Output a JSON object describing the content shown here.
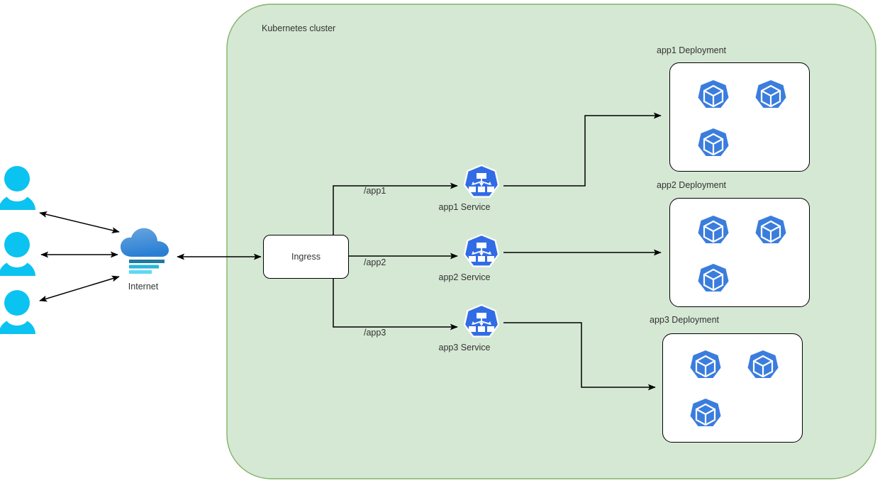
{
  "diagram": {
    "type": "kubernetes-ingress-architecture",
    "background_color": "#ffffff",
    "cluster": {
      "label": "Kubernetes cluster",
      "fill_color": "#d5e8d4",
      "border_color": "#82b366"
    },
    "colors": {
      "user_icon": "#0bc3f0",
      "cloud_top": "#5b9bd5",
      "cloud_bottom": "#2a7fd4",
      "cloud_bar_dark": "#1f7a9e",
      "cloud_bar_mid": "#29b6dd",
      "cloud_bar_light": "#5fd8f5",
      "k8s_blue": "#326ce5",
      "pod_blue": "#3b7ddd",
      "connector": "#000000",
      "text": "#333333",
      "box_fill": "#ffffff",
      "box_border": "#000000"
    },
    "actors": {
      "users": [
        {
          "name": "user-1"
        },
        {
          "name": "user-2"
        },
        {
          "name": "user-3"
        }
      ],
      "internet": {
        "label": "Internet",
        "icon": "cloud-icon"
      }
    },
    "ingress": {
      "label": "Ingress",
      "icon": "ingress-box"
    },
    "routes": [
      {
        "path_label": "/app1",
        "service_label": "app1 Service",
        "service_icon": "kubernetes-service-icon",
        "deployment_label": "app1 Deployment",
        "pods": [
          {
            "name": "pod-icon"
          },
          {
            "name": "pod-icon"
          },
          {
            "name": "pod-icon"
          }
        ]
      },
      {
        "path_label": "/app2",
        "service_label": "app2 Service",
        "service_icon": "kubernetes-service-icon",
        "deployment_label": "app2 Deployment",
        "pods": [
          {
            "name": "pod-icon"
          },
          {
            "name": "pod-icon"
          },
          {
            "name": "pod-icon"
          }
        ]
      },
      {
        "path_label": "/app3",
        "service_label": "app3 Service",
        "service_icon": "kubernetes-service-icon",
        "deployment_label": "app3 Deployment",
        "pods": [
          {
            "name": "pod-icon"
          },
          {
            "name": "pod-icon"
          },
          {
            "name": "pod-icon"
          }
        ]
      }
    ]
  }
}
